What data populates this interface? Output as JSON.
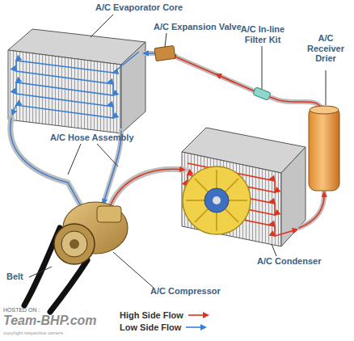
{
  "diagram": {
    "labels": [
      "A/C Evaporator Core",
      "A/C Expansion Valve",
      "A/C In-line Filter Kit",
      "A/C Receiver Drier",
      "A/C Hose Assembly",
      "A/C Condenser",
      "Belt",
      "A/C Compressor",
      "HOSTED ON :",
      "Team-BHP.com",
      "copyright respective owners"
    ],
    "legend": [
      {
        "text": "High Side Flow"
      },
      {
        "text": "Low Side Flow"
      }
    ]
  }
}
